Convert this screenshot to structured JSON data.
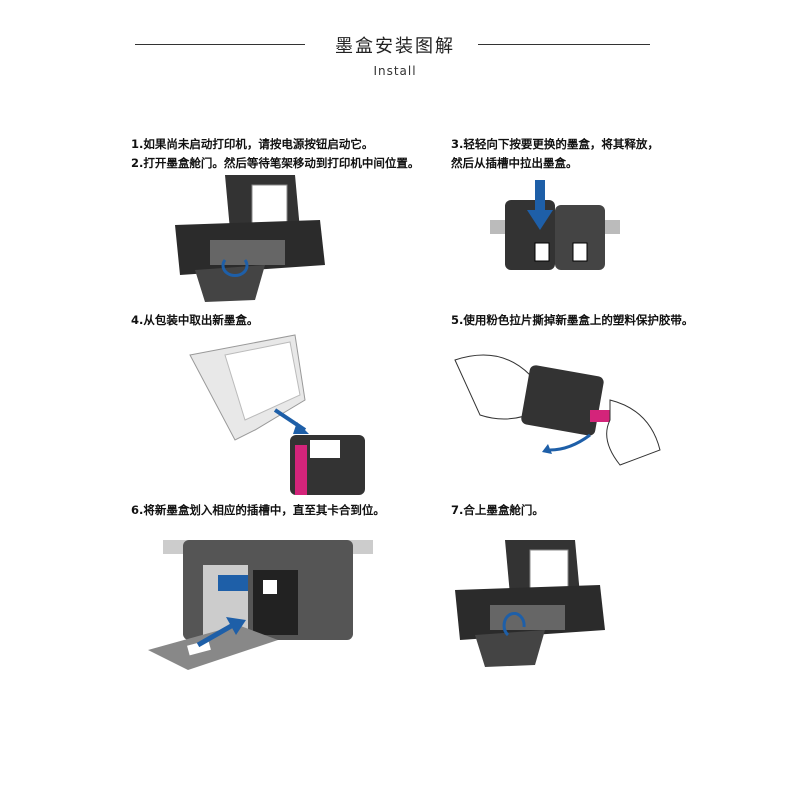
{
  "header": {
    "title": "墨盒安装图解",
    "subtitle": "Install"
  },
  "steps": [
    {
      "text": "1.如果尚未启动打印机，请按电源按钮启动它。"
    },
    {
      "text": "2.打开墨盒舱门。然后等待笔架移动到打印机中间位置。"
    },
    {
      "text": "3.轻轻向下按要更换的墨盒，将其释放，",
      "text2": "然后从插槽中拉出墨盒。"
    },
    {
      "text": "4.从包装中取出新墨盒。"
    },
    {
      "text": "5.使用粉色拉片撕掉新墨盒上的塑料保护胶带。"
    },
    {
      "text": "6.将新墨盒划入相应的插槽中，直至其卡合到位。"
    },
    {
      "text": "7.合上墨盒舱门。"
    }
  ],
  "colors": {
    "arrow": "#1e5fa8",
    "pink": "#d4247a",
    "printer": "#2b2b2b"
  }
}
